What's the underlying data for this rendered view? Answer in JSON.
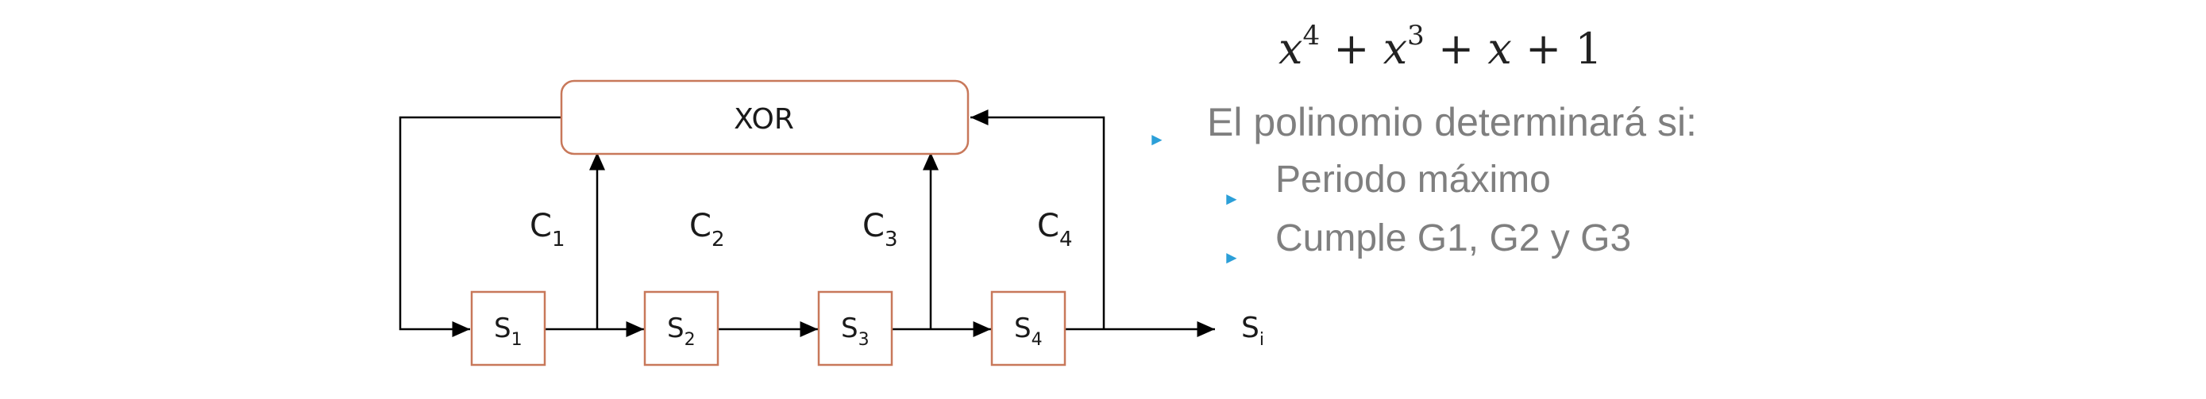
{
  "diagram": {
    "xor_label": "XOR",
    "coefficients": [
      {
        "base": "C",
        "sub": "1"
      },
      {
        "base": "C",
        "sub": "2"
      },
      {
        "base": "C",
        "sub": "3"
      },
      {
        "base": "C",
        "sub": "4"
      }
    ],
    "registers": [
      {
        "base": "S",
        "sub": "1"
      },
      {
        "base": "S",
        "sub": "2"
      },
      {
        "base": "S",
        "sub": "3"
      },
      {
        "base": "S",
        "sub": "4"
      }
    ],
    "output": {
      "base": "S",
      "sub": "i"
    },
    "box_border_color": "#c8785a"
  },
  "polynomial": {
    "t1_base": "x",
    "t1_exp": "4",
    "op1": " + ",
    "t2_base": "x",
    "t2_exp": "3",
    "op2": " + ",
    "t3": "x",
    "op3": " + ",
    "t4": "1"
  },
  "bullets": {
    "marker_color": "#2b9fd8",
    "text_color": "#7f7f7f",
    "heading": "El polinomio determinará si:",
    "items": [
      "Periodo máximo",
      "Cumple G1, G2 y G3"
    ]
  }
}
